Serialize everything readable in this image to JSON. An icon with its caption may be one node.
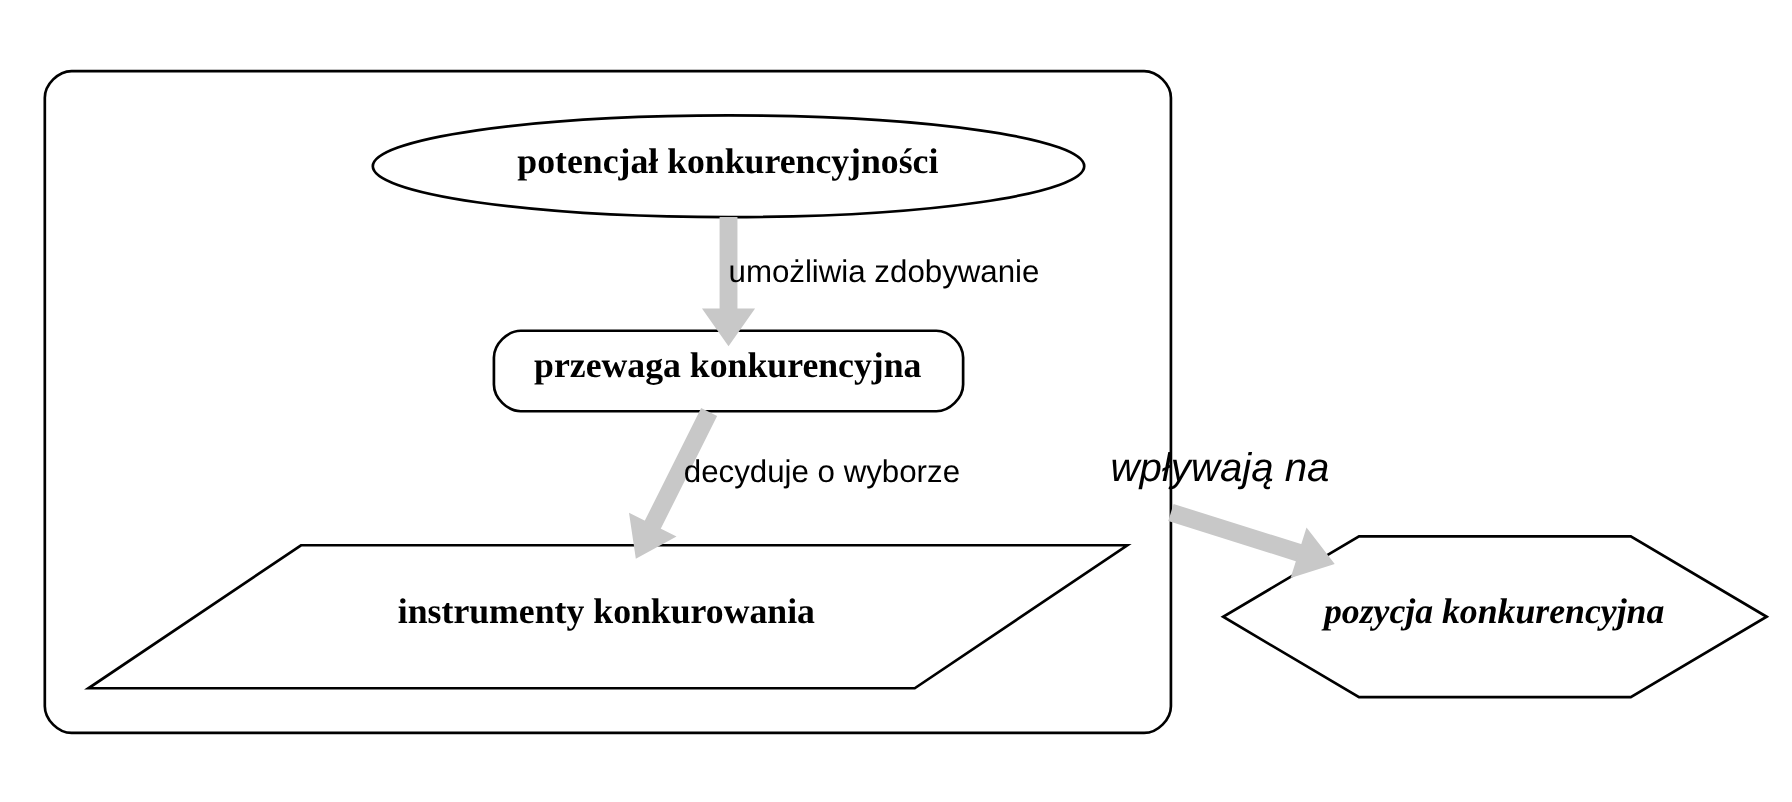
{
  "diagram": {
    "nodes": [
      {
        "text": [],
        "shape": "ellipse"
      },
      {
        "text": [
          "potencjał konkurencyjności"
        ],
        "in": 0
      },
      {
        "text": [
          "przewaga konkurencyjna"
        ],
        "in": 0
      },
      {
        "text": [
          "instrumenty konkurowania"
        ],
        "in": 0
      },
      {
        "text": [
          "pozycja konkurencyjna"
        ]
      }
    ],
    "edges": [
      {
        "from": 1,
        "to": 2,
        "arrow": "to",
        "label": "umożliwia zdobywanie"
      },
      {
        "from": 2,
        "to": 3,
        "arrow": "to",
        "label": "decyduje o wyborze"
      },
      {
        "from": 0,
        "to": 4,
        "arrow": "to",
        "label": "wpływają na"
      }
    ]
  }
}
